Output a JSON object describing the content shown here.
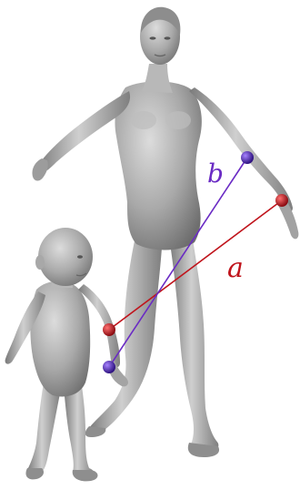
{
  "labels": {
    "a": "a",
    "b": "b"
  },
  "colors": {
    "a": "#c0141c",
    "b": "#6a2bc4",
    "figure_light": "#c9c9c9",
    "figure_mid": "#9a9a9a",
    "figure_dark": "#6b6b6b",
    "background": "#ffffff"
  },
  "segments": [
    {
      "id": "a",
      "color_key": "a",
      "marker_color": "#c0141c"
    },
    {
      "id": "b",
      "color_key": "b",
      "marker_color": "#4a1fa8"
    }
  ]
}
